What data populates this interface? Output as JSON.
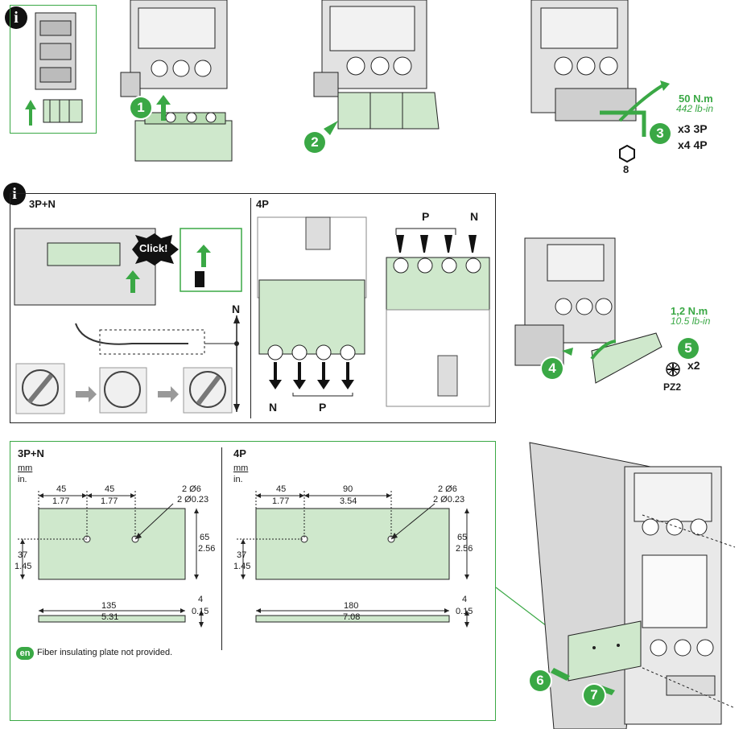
{
  "colors": {
    "accent_green": "#3aa845",
    "fill_green": "#cfe8cc",
    "metal_grey": "#d4d4d4",
    "line": "#222222"
  },
  "icons": [
    "info-icon",
    "hex-key-icon",
    "pozidriv-icon",
    "click-burst-icon",
    "en-language-icon"
  ],
  "steps": {
    "s1": "1",
    "s2": "2",
    "s3": "3",
    "s4": "4",
    "s5": "5",
    "s6": "6",
    "s7": "7"
  },
  "torque_top": {
    "nm": "50 N.m",
    "lbin": "442 lb-in",
    "qty_3p": "x3 3P",
    "qty_4p": "x4 4P",
    "key": "8"
  },
  "torque_mid": {
    "nm": "1,2 N.m",
    "lbin": "10.5 lb-in",
    "qty": "x2",
    "driver": "PZ2"
  },
  "info_box": {
    "label_3pn": "3P+N",
    "label_4p": "4P",
    "click": "Click!",
    "neutral": "N",
    "out_n": "N",
    "out_p": "P",
    "top_p": "P",
    "top_n": "N"
  },
  "drilling": {
    "units_mm": "mm",
    "units_in": "in.",
    "left": {
      "label": "3P+N",
      "d1_mm": "45",
      "d1_in": "1.77",
      "d2_mm": "45",
      "d2_in": "1.77",
      "hole_mm": "2 Ø6",
      "hole_in": "2 Ø0.23",
      "h_mm": "65",
      "h_in": "2.56",
      "v_mm": "37",
      "v_in": "1.45",
      "w_mm": "135",
      "w_in": "5.31",
      "t_mm": "4",
      "t_in": "0.15"
    },
    "right": {
      "label": "4P",
      "d1_mm": "45",
      "d1_in": "1.77",
      "d2_mm": "90",
      "d2_in": "3.54",
      "hole_mm": "2 Ø6",
      "hole_in": "2 Ø0.23",
      "h_mm": "65",
      "h_in": "2.56",
      "v_mm": "37",
      "v_in": "1.45",
      "w_mm": "180",
      "w_in": "7.08",
      "t_mm": "4",
      "t_in": "0.15"
    },
    "note_lang": "en",
    "note": "Fiber insulating plate not provided."
  }
}
